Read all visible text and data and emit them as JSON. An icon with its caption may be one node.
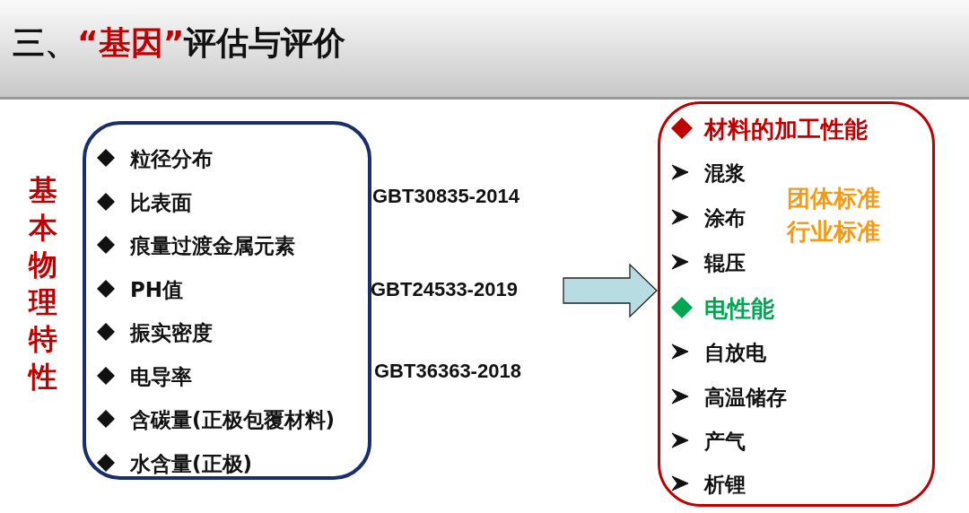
{
  "diagram": {
    "title": "三、“基因”评估与评价",
    "nodes": [
      {
        "text": [
          "粒径分布",
          "比表面",
          "痕量过渡金属元素",
          "PH值",
          "振实密度",
          "电导率",
          "含碳量(正极包覆材料)",
          "水含量(正极)"
        ],
        "beside": [
          "基本物理特性"
        ]
      },
      {
        "text": [
          "材料的加工性能",
          "混浆",
          "涂布",
          "辊压",
          "电性能",
          "自放电",
          "高温储存",
          "产气",
          "析锂",
          "团体标准",
          "行业标准"
        ]
      }
    ],
    "edges": [
      {
        "from": null,
        "to": 1,
        "arrow": "to"
      }
    ],
    "labels": [
      "GBT30835-2014",
      "GBT24533-2019",
      "GBT36363-2018"
    ]
  }
}
